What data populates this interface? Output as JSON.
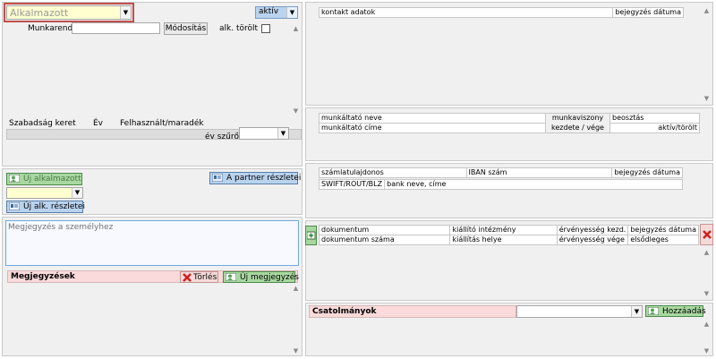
{
  "employee": {
    "select_value": "Alkalmazott",
    "status_value": "aktív",
    "workorder_label": "Munkarend",
    "workorder_value": "",
    "modify_label": "Módosítás",
    "deleted_label": "alk. törölt",
    "deleted_checked": false
  },
  "leave": {
    "headers": [
      "Szabadság keret",
      "Év",
      "Felhasznált/maradék"
    ],
    "year_filter_label": "év szűrő",
    "year_filter_value": ""
  },
  "actions": {
    "new_employee": "Új alkalmazott",
    "partner_details": "A partner részletei",
    "secondary_select_value": "",
    "new_emp_details": "Új alk. részletei"
  },
  "note": {
    "placeholder": "Megjegyzés a személyhez"
  },
  "notes_bar": {
    "title": "Megjegyzések",
    "delete_label": "Törlés",
    "new_note_label": "Új megjegyzés"
  },
  "contacts": {
    "headers": [
      "kontakt adatok",
      "bejegyzés dátuma"
    ]
  },
  "employers": {
    "row1": [
      "munkáltató neve",
      "munkaviszony",
      "beosztás"
    ],
    "row2": [
      "munkáltató címe",
      "kezdete / vége",
      "aktív/törölt"
    ]
  },
  "bank": {
    "row1": [
      "számlatulajdonos",
      "IBAN szám",
      "bejegyzés dátuma"
    ],
    "row2": [
      "SWIFT/ROUT/BLZ",
      "bank neve, címe"
    ]
  },
  "documents": {
    "row1": [
      "dokumentum",
      "kiállító intézmény",
      "érvényesség kezd.",
      "bejegyzés dátuma"
    ],
    "row2": [
      "dokumentum száma",
      "kiállítás helye",
      "érvényesség vége",
      "elsődleges"
    ]
  },
  "attachments": {
    "title": "Csatolmányok",
    "select_value": "",
    "add_label": "Hozzáadás"
  },
  "colors": {
    "accent_green": "#a8d8a0",
    "accent_blue": "#b9d3ee",
    "bar_red": "#fadada",
    "select_yellow": "#ffffd0",
    "highlight_border": "#c0504d"
  }
}
